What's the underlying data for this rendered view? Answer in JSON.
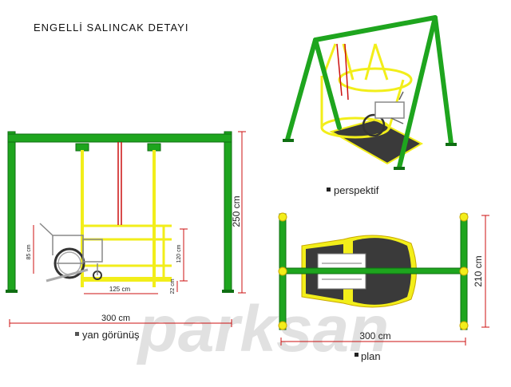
{
  "title": "ENGELLİ SALINCAK DETAYI",
  "watermark": "parksan",
  "views": {
    "side": {
      "label": "yan görünüş"
    },
    "perspective": {
      "label": "perspektif"
    },
    "plan": {
      "label": "plan"
    }
  },
  "dimensions": {
    "side_width": "300 cm",
    "side_height": "250 cm",
    "platform_length": "125 cm",
    "chair_height": "85 cm",
    "cage_height": "120 cm",
    "ground_clearance": "22 cm",
    "plan_width": "300 cm",
    "plan_depth": "210 cm"
  },
  "colors": {
    "frame": "#1ea51e",
    "frame_dark": "#0f6e12",
    "cage": "#f2ee1a",
    "dimension": "#cc1111",
    "platform": "#3a3a3a",
    "watermark": "#d8d8d8",
    "wheelchair": "#888888",
    "bullet": "#222222"
  }
}
